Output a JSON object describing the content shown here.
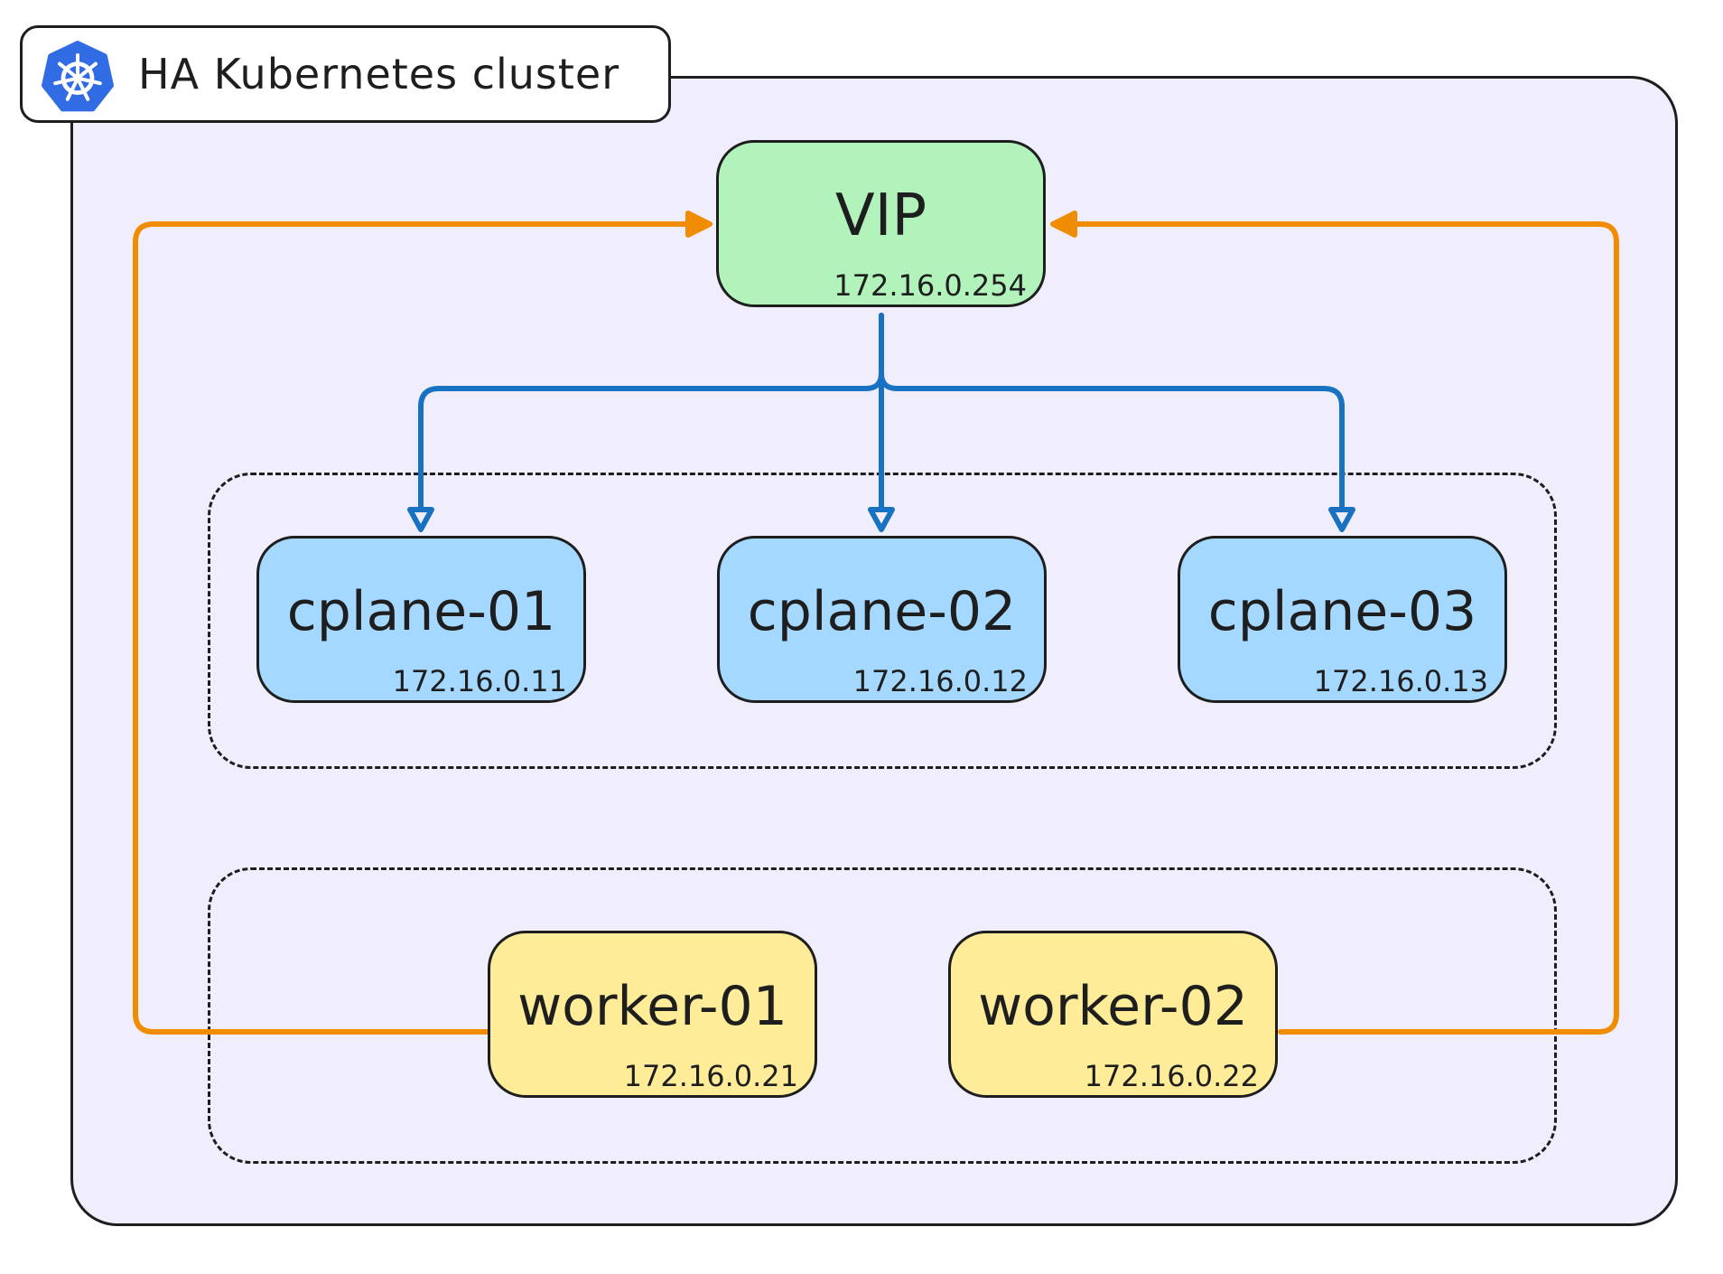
{
  "cluster": {
    "title": "HA Kubernetes cluster",
    "logo_icon": "kubernetes-icon"
  },
  "vip": {
    "name": "VIP",
    "ip": "172.16.0.254",
    "color": "#b2f2bb"
  },
  "control_planes": [
    {
      "name": "cplane-01",
      "ip": "172.16.0.11"
    },
    {
      "name": "cplane-02",
      "ip": "172.16.0.12"
    },
    {
      "name": "cplane-03",
      "ip": "172.16.0.13"
    }
  ],
  "workers": [
    {
      "name": "worker-01",
      "ip": "172.16.0.21"
    },
    {
      "name": "worker-02",
      "ip": "172.16.0.22"
    }
  ],
  "colors": {
    "cluster_bg": "#f0eefc",
    "control_plane": "#a5d8ff",
    "worker": "#ffec99",
    "vip_to_cplane_arrow": "#1971c2",
    "worker_to_vip_arrow": "#f08c00"
  }
}
